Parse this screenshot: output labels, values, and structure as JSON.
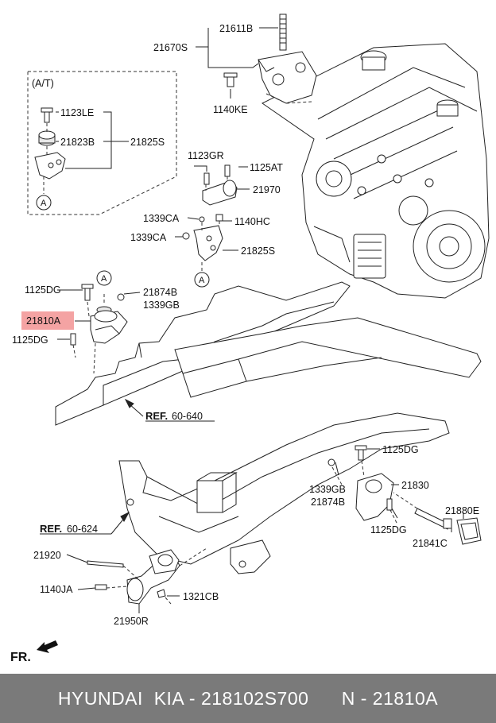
{
  "callouts": {
    "c21611B": "21611B",
    "c21670S": "21670S",
    "c1140KE": "1140KE",
    "at_title": "(A/T)",
    "c1123LE": "1123LE",
    "c21823B": "21823B",
    "c21825S_top": "21825S",
    "c1123GR": "1123GR",
    "c1125AT": "1125AT",
    "c21970": "21970",
    "c1339CA_a": "1339CA",
    "c1140HC": "1140HC",
    "c1339CA_b": "1339CA",
    "c21825S_mid": "21825S",
    "c1125DG_a": "1125DG",
    "c21874B_a": "21874B",
    "c1339GB_a": "1339GB",
    "c21810A": "21810A",
    "c1125DG_b": "1125DG",
    "c1125DG_c": "1125DG",
    "c1339GB_b": "1339GB",
    "c21830": "21830",
    "c21874B_b": "21874B",
    "c21880E": "21880E",
    "c1125DG_d": "1125DG",
    "c21841C": "21841C",
    "c21920": "21920",
    "c1140JA": "1140JA",
    "c1321CB": "1321CB",
    "c21950R": "21950R"
  },
  "markers": {
    "a1": "A",
    "a2": "A",
    "a3": "A"
  },
  "refs": {
    "ref1_prefix": "REF.",
    "ref1_num": "60-640",
    "ref2_prefix": "REF.",
    "ref2_num": "60-624"
  },
  "direction_label": "FR.",
  "highlight_color": "#f4a3a3",
  "footer": {
    "text": "HYUNDAI  KIA - 218102S700      N - 21810A"
  }
}
